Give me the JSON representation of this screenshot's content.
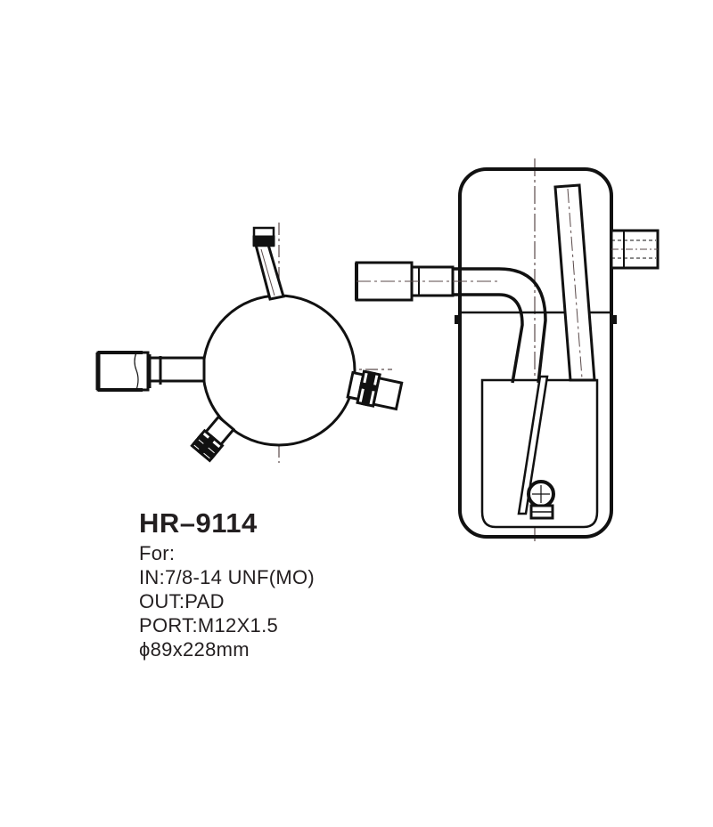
{
  "product": {
    "model": "HR–9114",
    "for_label": "For:",
    "specs": [
      "IN:7/8-14 UNF(MO)",
      "OUT:PAD",
      "PORT:M12X1.5",
      "ϕ89x228mm"
    ]
  },
  "drawing": {
    "views": [
      "top-view",
      "side-section-view"
    ],
    "line_color": "#111111",
    "centerline_color": "#5a4a4a"
  }
}
